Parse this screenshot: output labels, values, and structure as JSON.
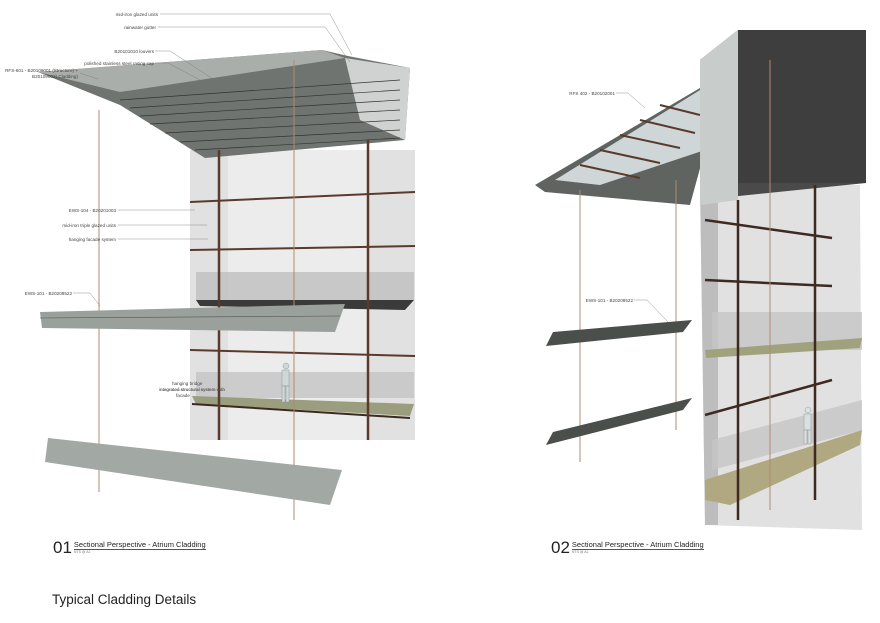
{
  "drawing_01": {
    "labels": {
      "glazed_units": "mid-iron glazed units",
      "gutter": "rainwater gutter",
      "louvers": "B20101010 louvers",
      "capping": "polished stainless steel  rasing cap",
      "rfs_line1": "RFS-601 - B20109001 (Structure) +",
      "rfs_line2": "B20109002) Cladding)",
      "ews104": "EWS-104 - B20201003",
      "triple_glazed": "mid-iron triple glazed units",
      "hanging_facade": "hanging facade system",
      "ews101": "EWS-101 - B20208522",
      "bridge_line1": "hanging bridge",
      "bridge_line2": "integrated structural system with",
      "bridge_line3": "facade"
    },
    "caption": {
      "number": "01",
      "title": "Sectional Perspective - Atrium Cladding",
      "scale": "NTS @ A1"
    }
  },
  "drawing_02": {
    "labels": {
      "rfs402": "RFS 402 - B20102001",
      "ews101": "EWS-101 - B20208522"
    },
    "caption": {
      "number": "02",
      "title": "Sectional Perspective - Atrium Cladding",
      "scale": "NTS @ A1"
    }
  },
  "sheet_title": "Typical Cladding Details",
  "colors": {
    "mullion": "#5a3a2a",
    "glass": "#d9d9d9",
    "panel": "#9aa09c",
    "dark_panel": "#4a4f4c",
    "timber": "#c8a878"
  }
}
